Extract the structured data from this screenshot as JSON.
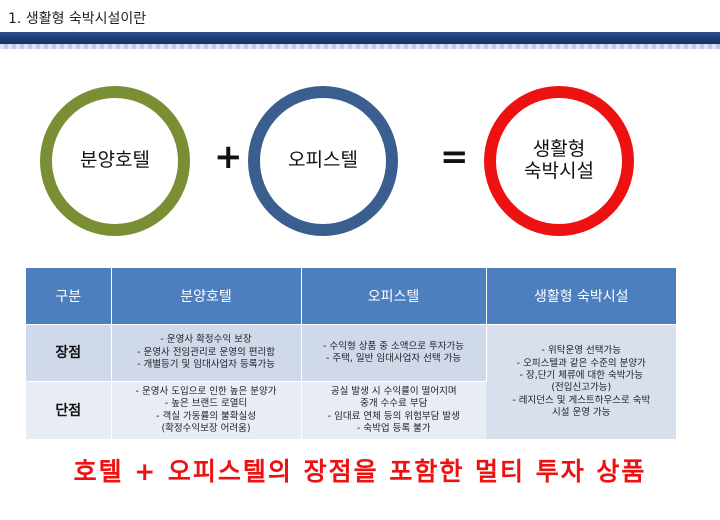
{
  "header": {
    "title": "1. 생활형 숙박시설이란"
  },
  "diagram": {
    "circle1": "분양호텔",
    "plus": "+",
    "circle2": "오피스텔",
    "equals": "=",
    "circle3": "생활형\n숙박시설",
    "colors": {
      "circle1": "#7a8e34",
      "circle2": "#3a5f8f",
      "circle3": "#ee1111",
      "table_header": "#4d7ebd"
    }
  },
  "table": {
    "headers": [
      "구분",
      "분양호텔",
      "오피스텔",
      "생활형 숙박시설"
    ],
    "rows": [
      {
        "label": "장점",
        "hotel": [
          "- 운영사 확정수익 보장",
          "- 운영사 전임관리로 운영의 편리함",
          "- 개별등기 및 임대사업자 등록가능"
        ],
        "officetel": [
          "- 수익형 상품 중 소액으로 투자가능",
          "- 주택, 일반 임대사업자 선택 가능"
        ]
      },
      {
        "label": "단점",
        "hotel": [
          "- 운영사 도입으로 인한 높은 분양가",
          "- 높은 브랜드 로열티",
          "- 객실 가동률의 불확실성",
          "(확정수익보장 어려움)"
        ],
        "officetel": [
          "공실 발생 시 수익률이 떨어지며",
          "중개 수수료 부담",
          "- 임대료 연체 등의 위험부담 발생",
          "- 숙박업 등록 불가"
        ]
      }
    ],
    "merged": [
      "- 위탁운영 선택가능",
      "- 오피스텔과 같은 수준의 분양가",
      "- 장,단기 체류에 대한 숙박가능",
      "(전입신고가능)",
      "- 레지던스 및 게스트하우스로 숙박",
      "시설 운영 가능"
    ]
  },
  "footer": {
    "slogan": "호텔 + 오피스텔의 장점을 포함한 멀티 투자 상품"
  }
}
